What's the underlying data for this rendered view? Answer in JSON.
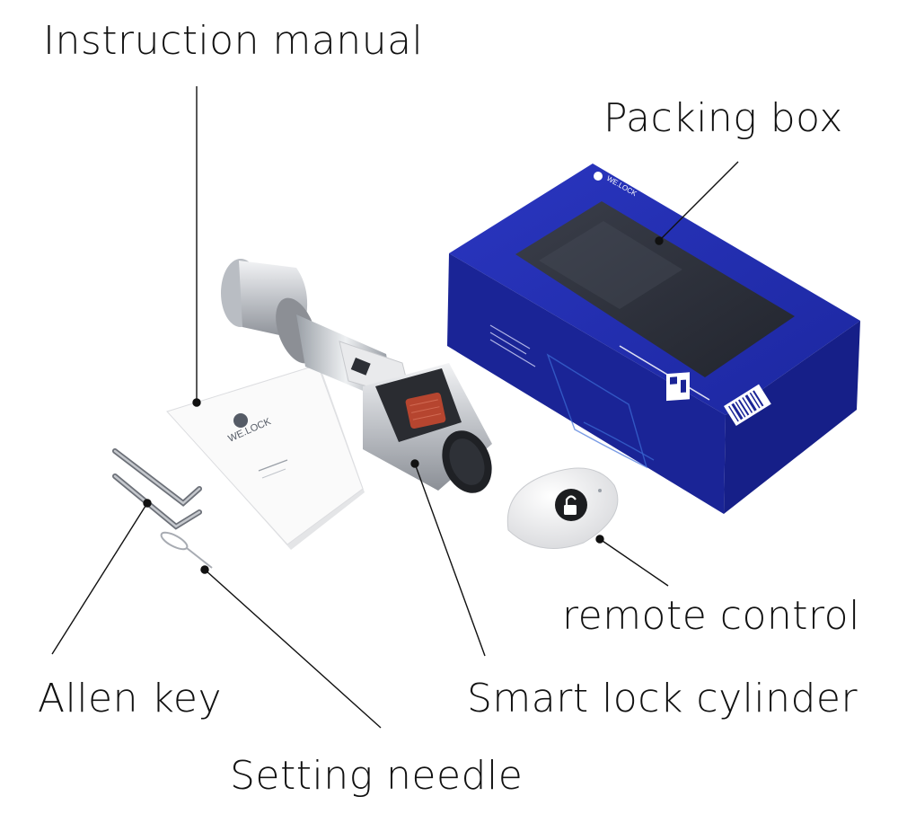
{
  "labels": {
    "instruction_manual": "Instruction manual",
    "packing_box": "Packing box",
    "remote_control": "remote control",
    "smart_lock_cylinder": "Smart lock cylinder",
    "allen_key": "Allen key",
    "setting_needle": "Setting needle"
  },
  "brand_text": "WE.LOCK",
  "colors": {
    "background": "#ffffff",
    "box_blue": "#1f2aa8",
    "box_blue_dark": "#141d85",
    "window_dark": "#2b2f3a",
    "metal": "#c9ccd1",
    "fingerprint_red": "#b6452f",
    "label_text": "#111111"
  }
}
